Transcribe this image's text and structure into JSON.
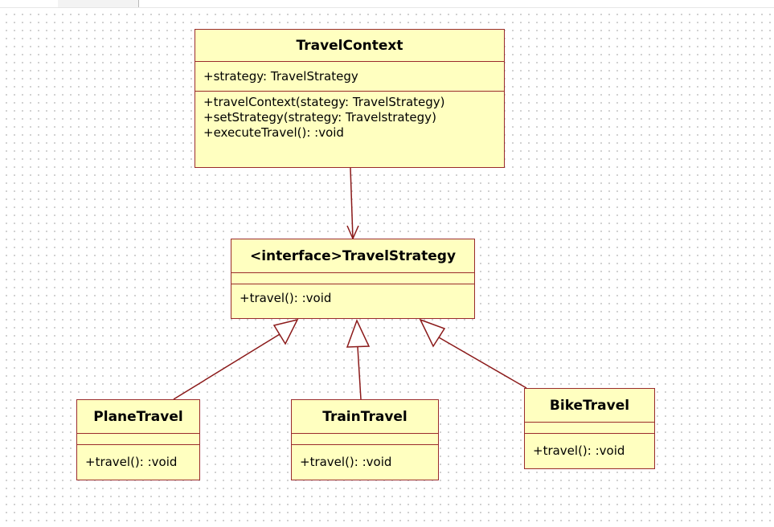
{
  "diagram": {
    "classes": {
      "travel_context": {
        "name": "TravelContext",
        "attributes": [
          "+strategy: TravelStrategy"
        ],
        "operations": [
          "+travelContext(stategy: TravelStrategy)",
          "+setStrategy(strategy: Travelstrategy)",
          "+executeTravel(): :void"
        ]
      },
      "travel_strategy": {
        "name": "<interface>TravelStrategy",
        "attributes": [],
        "operations": [
          "+travel(): :void"
        ]
      },
      "plane_travel": {
        "name": "PlaneTravel",
        "attributes": [],
        "operations": [
          "+travel(): :void"
        ]
      },
      "train_travel": {
        "name": "TrainTravel",
        "attributes": [],
        "operations": [
          "+travel(): :void"
        ]
      },
      "bike_travel": {
        "name": "BikeTravel",
        "attributes": [],
        "operations": [
          "+travel(): :void"
        ]
      }
    },
    "relationships": [
      {
        "from": "TravelContext",
        "to": "<interface>TravelStrategy",
        "type": "association"
      },
      {
        "from": "PlaneTravel",
        "to": "<interface>TravelStrategy",
        "type": "realization"
      },
      {
        "from": "TrainTravel",
        "to": "<interface>TravelStrategy",
        "type": "realization"
      },
      {
        "from": "BikeTravel",
        "to": "<interface>TravelStrategy",
        "type": "realization"
      }
    ],
    "colors": {
      "class_fill": "#ffffc0",
      "class_border": "#9a2b2b",
      "connector": "#8b1a1a",
      "grid_dot": "#c4c4c4",
      "canvas": "#ffffff"
    }
  }
}
